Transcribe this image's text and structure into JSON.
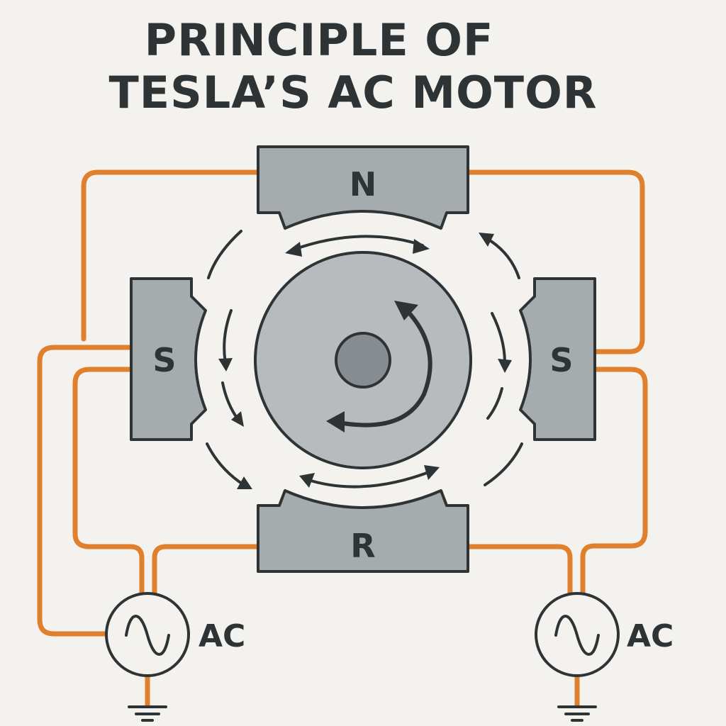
{
  "title": {
    "line1": "PRINCIPLE OF",
    "line2": "TESLA’S AC MOTOR"
  },
  "poles": {
    "top": "N",
    "left": "S",
    "right": "S",
    "bottom": "R"
  },
  "sources": {
    "left": "AC",
    "right": "AC"
  },
  "colors": {
    "background": "#f4f2ee",
    "wire": "#e07f2c",
    "pole_fill": "#a6abae",
    "outline": "#2e3436",
    "rotor": "#b7bbbd",
    "shaft": "#878c90"
  }
}
